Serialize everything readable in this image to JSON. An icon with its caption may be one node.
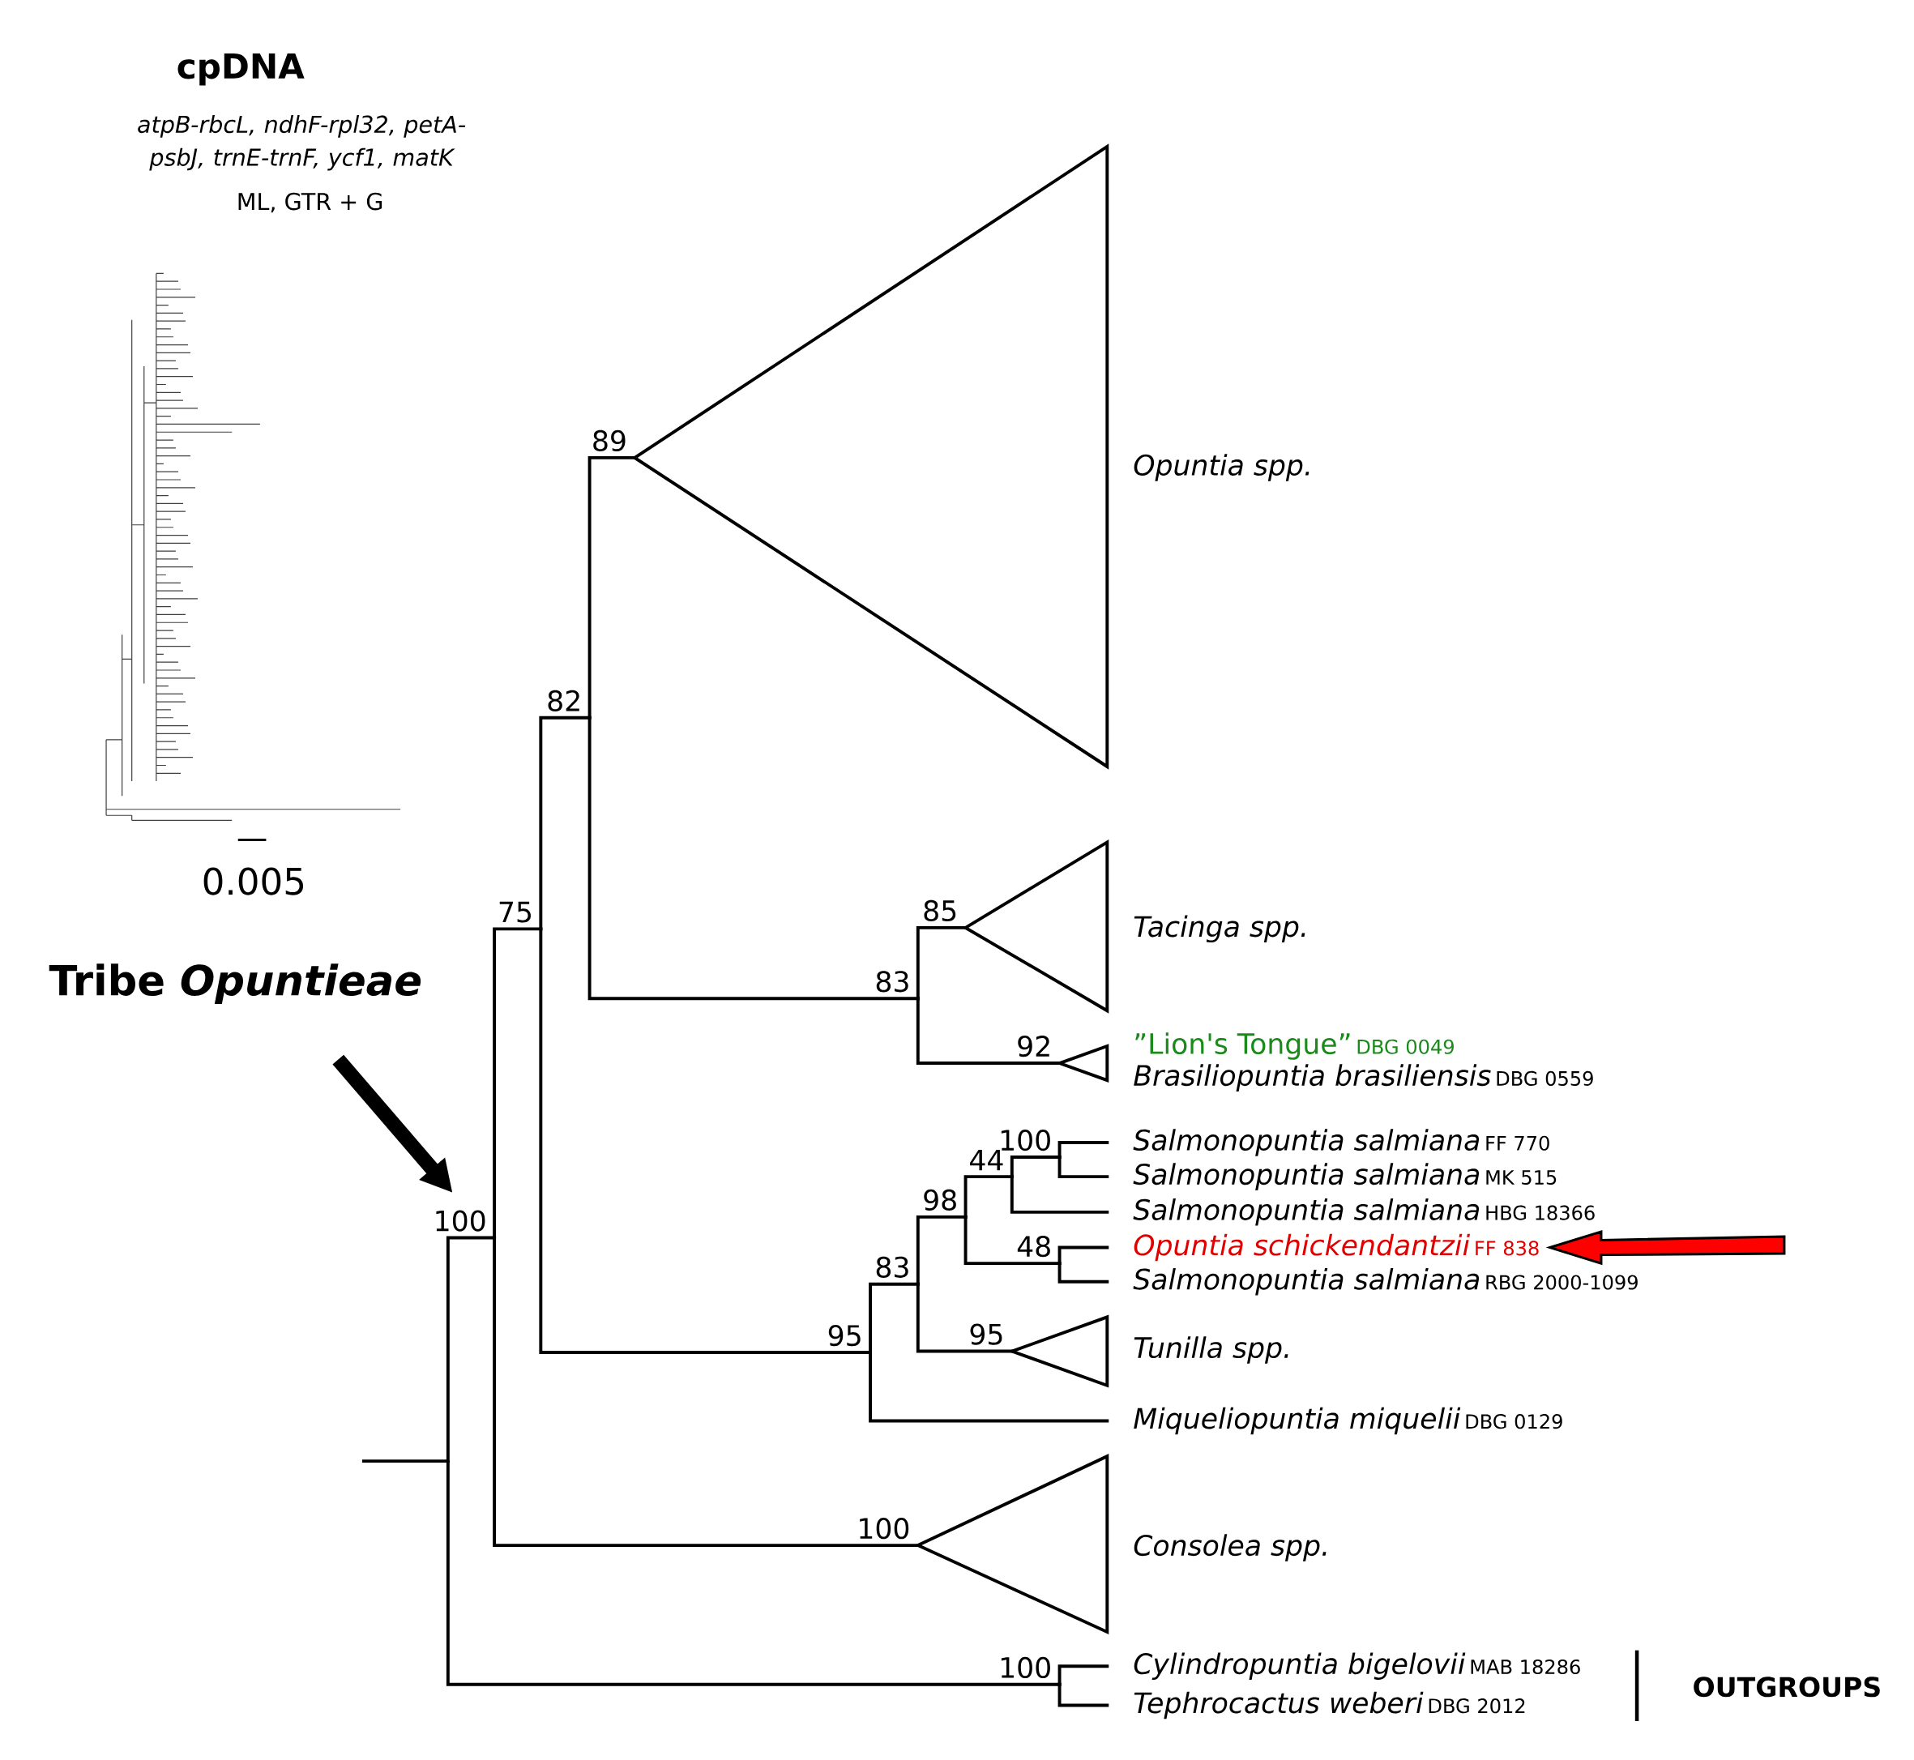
{
  "diagram": {
    "title": "cpDNA",
    "nodes": [
      {
        "text": [],
        "shape": "point"
      },
      {
        "text": [
          "100"
        ]
      },
      {
        "text": [
          "75"
        ]
      },
      {
        "text": [
          "82"
        ]
      },
      {
        "text": [
          "89"
        ],
        "beside": [
          "Opuntia spp."
        ]
      },
      {
        "text": [
          "83"
        ]
      },
      {
        "text": [
          "85"
        ],
        "beside": [
          "Tacinga spp."
        ]
      },
      {
        "text": [
          "92"
        ],
        "beside": [
          "”Lion's Tongue”",
          "DBG 0049",
          "Brasiliopuntia brasiliensis",
          "DBG 0559"
        ]
      },
      {
        "text": [
          "95"
        ]
      },
      {
        "text": [
          "83"
        ]
      },
      {
        "text": [
          "98"
        ]
      },
      {
        "text": [
          "44"
        ]
      },
      {
        "text": [
          "100"
        ]
      },
      {
        "text": [
          "Salmonopuntia salmiana",
          "FF 770"
        ]
      },
      {
        "text": [
          "Salmonopuntia salmiana",
          "MK 515"
        ]
      },
      {
        "text": [
          "Salmonopuntia salmiana",
          "HBG 18366"
        ]
      },
      {
        "text": [
          "48"
        ]
      },
      {
        "text": [
          "Opuntia schickendantzii",
          "FF 838"
        ]
      },
      {
        "text": [
          "Salmonopuntia salmiana",
          "RBG 2000-1099"
        ]
      },
      {
        "text": [
          "95"
        ],
        "beside": [
          "Tunilla spp."
        ]
      },
      {
        "text": [
          "Miqueliopuntia miquelii",
          "DBG 0129"
        ]
      },
      {
        "text": [
          "100"
        ],
        "beside": [
          "Consolea spp."
        ]
      },
      {
        "text": [
          "100"
        ]
      },
      {
        "text": [
          "Cylindropuntia bigelovii",
          "MAB 18286"
        ]
      },
      {
        "text": [
          "Tephrocactus weberi",
          "DBG 2012"
        ]
      },
      {
        "text": [
          "Tribe *Opuntieae*"
        ]
      }
    ],
    "edges": [
      {
        "from": null,
        "to": 0,
        "arrow": "none"
      },
      {
        "from": 0,
        "to": 1,
        "arrow": "none"
      },
      {
        "from": 0,
        "to": 22,
        "arrow": "none"
      },
      {
        "from": 1,
        "to": 2,
        "arrow": "none"
      },
      {
        "from": 1,
        "to": 21,
        "arrow": "none"
      },
      {
        "from": 2,
        "to": 3,
        "arrow": "none"
      },
      {
        "from": 2,
        "to": 8,
        "arrow": "none"
      },
      {
        "from": 3,
        "to": 4,
        "arrow": "none"
      },
      {
        "from": 3,
        "to": 5,
        "arrow": "none"
      },
      {
        "from": 5,
        "to": 6,
        "arrow": "none"
      },
      {
        "from": 5,
        "to": 7,
        "arrow": "none"
      },
      {
        "from": 8,
        "to": 9,
        "arrow": "none"
      },
      {
        "from": 8,
        "to": 20,
        "arrow": "none"
      },
      {
        "from": 9,
        "to": 10,
        "arrow": "none"
      },
      {
        "from": 9,
        "to": 19,
        "arrow": "none"
      },
      {
        "from": 10,
        "to": 11,
        "arrow": "none"
      },
      {
        "from": 10,
        "to": 16,
        "arrow": "none"
      },
      {
        "from": 11,
        "to": 12,
        "arrow": "none"
      },
      {
        "from": 11,
        "to": 15,
        "arrow": "none"
      },
      {
        "from": 12,
        "to": 13,
        "arrow": "none"
      },
      {
        "from": 12,
        "to": 14,
        "arrow": "none"
      },
      {
        "from": 16,
        "to": 17,
        "arrow": "none"
      },
      {
        "from": 16,
        "to": 18,
        "arrow": "none"
      },
      {
        "from": 22,
        "to": 23,
        "arrow": "none"
      },
      {
        "from": 22,
        "to": 24,
        "arrow": "none"
      },
      {
        "from": 25,
        "to": 1,
        "arrow": "to",
        "style": "thick"
      },
      {
        "from": null,
        "to": 17,
        "arrow": "to",
        "style": "thick",
        "color": "#ff0000"
      }
    ],
    "labels": [
      "atpB-rbcL, ndhF-rpl32, petA-psbJ, trnE-trnF, ycf1, matK",
      "ML, GTR + G",
      "0.005",
      "OUTGROUPS"
    ]
  }
}
